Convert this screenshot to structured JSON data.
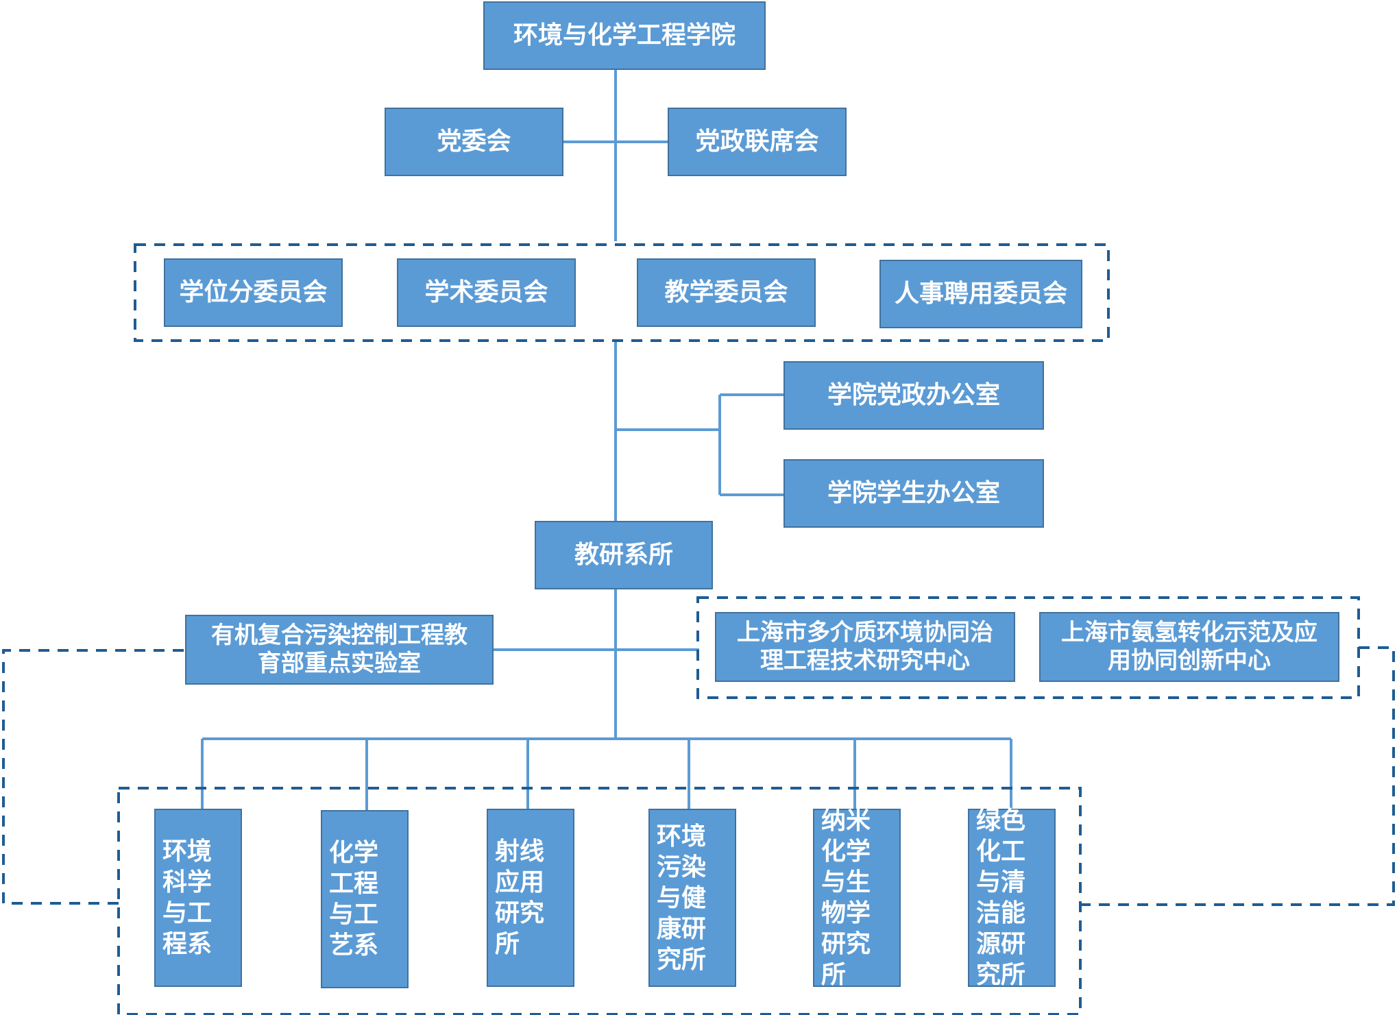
{
  "root": "环境与化学工程学院",
  "leadership": {
    "party_committee": "党委会",
    "joint_meeting": "党政联席会"
  },
  "committees": [
    "学位分委员会",
    "学术委员会",
    "教学委员会",
    "人事聘用委员会"
  ],
  "offices": [
    "学院党政办公室",
    "学院学生办公室"
  ],
  "teaching_research": "教研系所",
  "key_lab": "有机复合污染控制工程教育部重点实验室",
  "centers": [
    "上海市多介质环境协同治理工程技术研究中心",
    "上海市氨氢转化示范及应用协同创新中心"
  ],
  "departments": [
    "环境科学与工程系",
    "化学工程与工艺系",
    "射线应用研究所",
    "环境污染与健康研究所",
    "纳米化学与生物学研究所",
    "绿色化工与清洁能源研究所"
  ],
  "colors": {
    "box_fill": "#5b9bd5",
    "box_border": "#41719c",
    "dashed": "#1f5c92",
    "connector": "#5b9bd5"
  }
}
